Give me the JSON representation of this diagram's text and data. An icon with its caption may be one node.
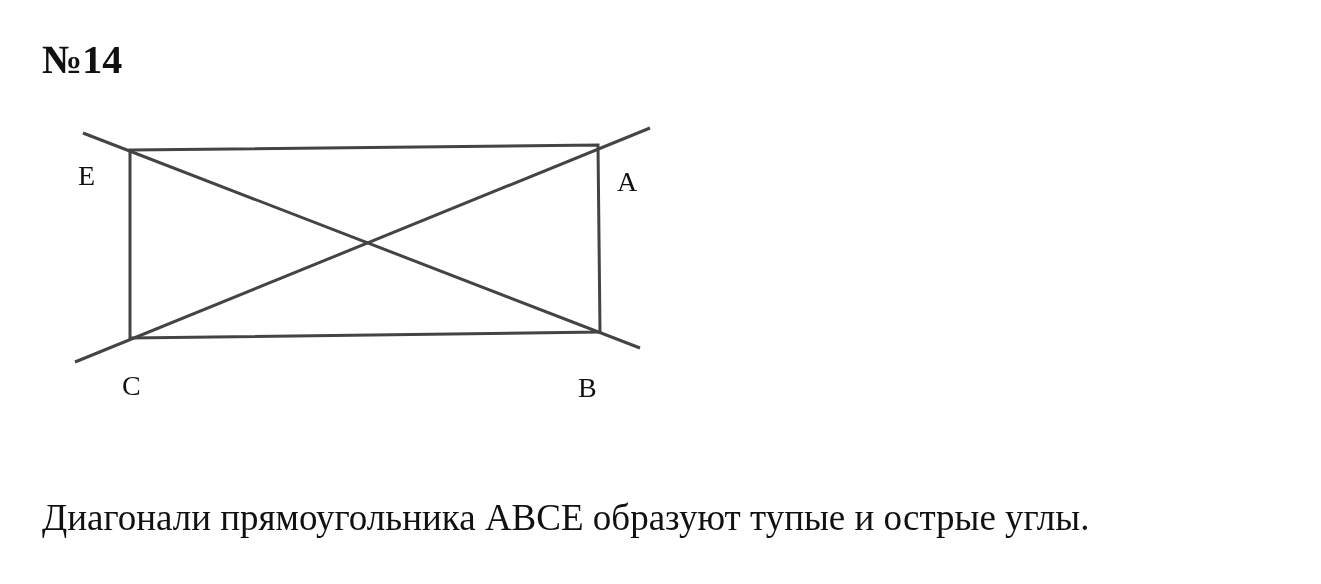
{
  "diagram": {
    "title": "№14",
    "labels": [
      "E",
      "A",
      "C",
      "B"
    ],
    "caption": "Диагонали прямоугольника ABCE образуют тупые и острые углы."
  }
}
